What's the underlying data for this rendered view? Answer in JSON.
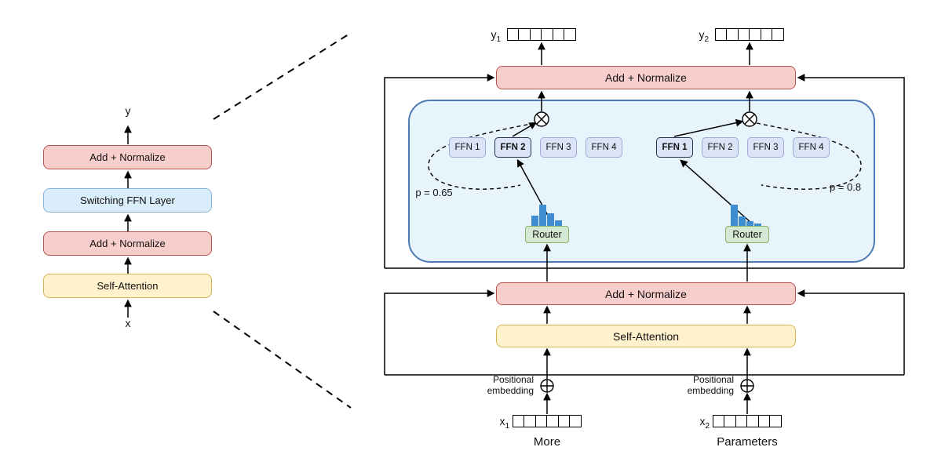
{
  "left_diagram": {
    "output_label": "y",
    "input_label": "x",
    "blocks": [
      {
        "label": "Add + Normalize"
      },
      {
        "label": "Switching FFN Layer"
      },
      {
        "label": "Add + Normalize"
      },
      {
        "label": "Self-Attention"
      }
    ]
  },
  "right_diagram": {
    "top_add_normalize_label": "Add + Normalize",
    "mid_add_normalize_label": "Add + Normalize",
    "self_attention_label": "Self-Attention",
    "positional_embedding_label": "Positional embedding",
    "token_cell_count": 6,
    "outputs": [
      {
        "base": "y",
        "sub": "1"
      },
      {
        "base": "y",
        "sub": "2"
      }
    ],
    "inputs": [
      {
        "base": "x",
        "sub": "1"
      },
      {
        "base": "x",
        "sub": "2"
      }
    ],
    "captions": [
      "More",
      "Parameters"
    ],
    "expert_groups": [
      {
        "p_label": "p = 0.65",
        "router_label": "Router",
        "experts": [
          {
            "label": "FFN 1",
            "selected": false
          },
          {
            "label": "FFN 2",
            "selected": true
          },
          {
            "label": "FFN 3",
            "selected": false
          },
          {
            "label": "FFN 4",
            "selected": false
          }
        ],
        "histogram": [
          13,
          27,
          16,
          7
        ]
      },
      {
        "p_label": "p = 0.8",
        "router_label": "Router",
        "experts": [
          {
            "label": "FFN 1",
            "selected": true
          },
          {
            "label": "FFN 2",
            "selected": false
          },
          {
            "label": "FFN 3",
            "selected": false
          },
          {
            "label": "FFN 4",
            "selected": false
          }
        ],
        "histogram": [
          27,
          12,
          6,
          3
        ]
      }
    ]
  },
  "colors": {
    "add_normalize_fill": "#F8CECC",
    "add_normalize_stroke": "#B85450",
    "self_attention_fill": "#FFF2CC",
    "self_attention_stroke": "#D6B656",
    "switching_ffn_fill": "#D9EDFB",
    "switching_ffn_stroke": "#89B4D9",
    "container_fill": "#E8F4FB",
    "container_stroke": "#4D7CB4",
    "ffn_fill": "#DBE3F6",
    "ffn_stroke": "#9FAAD7",
    "router_fill": "#D5E8D4",
    "router_stroke": "#82B366",
    "histogram_bar": "#3E8DD0",
    "wire": "#000000"
  }
}
